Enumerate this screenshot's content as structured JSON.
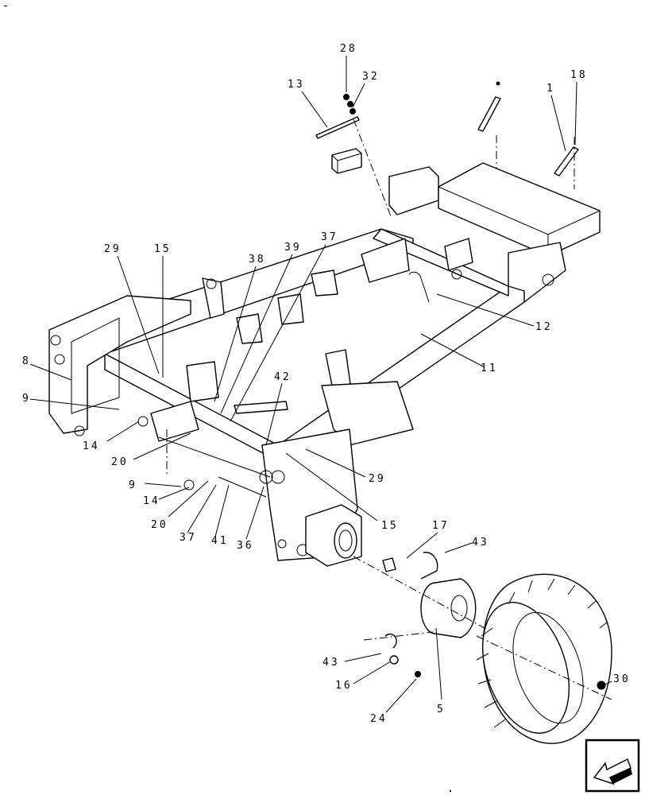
{
  "diagram": {
    "callouts": [
      "28",
      "32",
      "13",
      "1",
      "18",
      "29",
      "15",
      "38",
      "39",
      "37",
      "8",
      "9",
      "14",
      "20",
      "42",
      "12",
      "11",
      "29",
      "15",
      "9",
      "14",
      "20",
      "37",
      "41",
      "36",
      "17",
      "43",
      "43",
      "16",
      "24",
      "5",
      "30"
    ]
  },
  "colors": {
    "ink": "#000000",
    "paper": "#ffffff"
  },
  "nav": {
    "icon": "arrow-back-icon"
  }
}
